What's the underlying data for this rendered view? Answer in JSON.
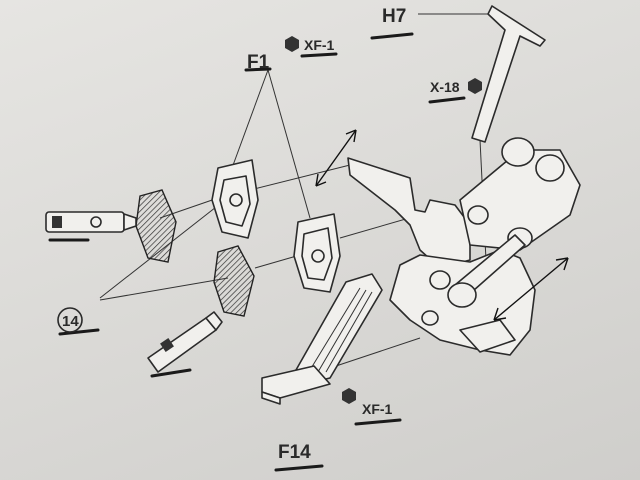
{
  "callouts": {
    "h7": "H7",
    "f1": "F1",
    "f14": "F14",
    "xf1_top": "XF-1",
    "xf1_bottom": "XF-1",
    "x18": "X-18",
    "step": "14"
  },
  "colors": {
    "paper": "#e6e5e2",
    "ink": "#2b2b2b",
    "pen": "#111111"
  },
  "icons": [
    "paint-bottle-icon",
    "glue-tube-icon",
    "hex-paint-marker-icon",
    "double-arrow-icon"
  ]
}
